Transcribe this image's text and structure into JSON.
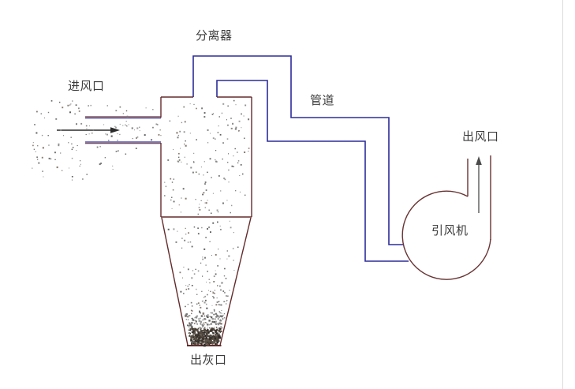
{
  "diagram": {
    "labels": {
      "separator": "分离器",
      "air_inlet": "进风口",
      "pipe": "管道",
      "air_outlet": "出风口",
      "induced_draft_fan": "引风机",
      "ash_outlet": "出灰口"
    },
    "colors": {
      "pipe_blue": "#2B2B9B",
      "equipment_maroon": "#683232",
      "flow_arrow_black": "#2b2b2b",
      "outlet_arrow_gray": "#6e6e6e",
      "text": "#3c3c3c",
      "background": "#ffffff",
      "page_border": "#dbdbdb"
    }
  }
}
